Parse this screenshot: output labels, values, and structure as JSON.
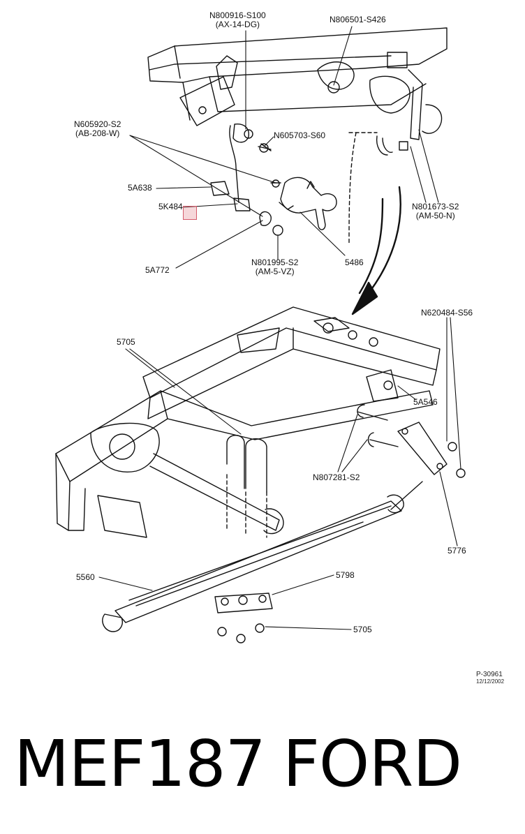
{
  "callouts": {
    "n800916": [
      "N800916-S100",
      "(AX-14-DG)"
    ],
    "n806501": [
      "N806501-S426"
    ],
    "n605920": [
      "N605920-S2",
      "(AB-208-W)"
    ],
    "n605703": [
      "N605703-S60"
    ],
    "c5a638": [
      "5A638"
    ],
    "c5k484": [
      "5K484"
    ],
    "n801673": [
      "N801673-S2",
      "(AM-50-N)"
    ],
    "c5a772": [
      "5A772"
    ],
    "n801995": [
      "N801995-S2",
      "(AM-5-VZ)"
    ],
    "c5486": [
      "5486"
    ],
    "n620484": [
      "N620484-S56"
    ],
    "c5705_top": [
      "5705"
    ],
    "c5a546": [
      "5A546"
    ],
    "n807281": [
      "N807281-S2"
    ],
    "c5776": [
      "5776"
    ],
    "c5560": [
      "5560"
    ],
    "c5798": [
      "5798"
    ],
    "c5705_bot": [
      "5705"
    ]
  },
  "figure_ref": {
    "number": "P-30961",
    "date": "12/12/2002"
  },
  "footer": {
    "part_code": "MEF187",
    "brand": "FORD"
  },
  "highlight": {
    "color": "#d45b6b"
  }
}
